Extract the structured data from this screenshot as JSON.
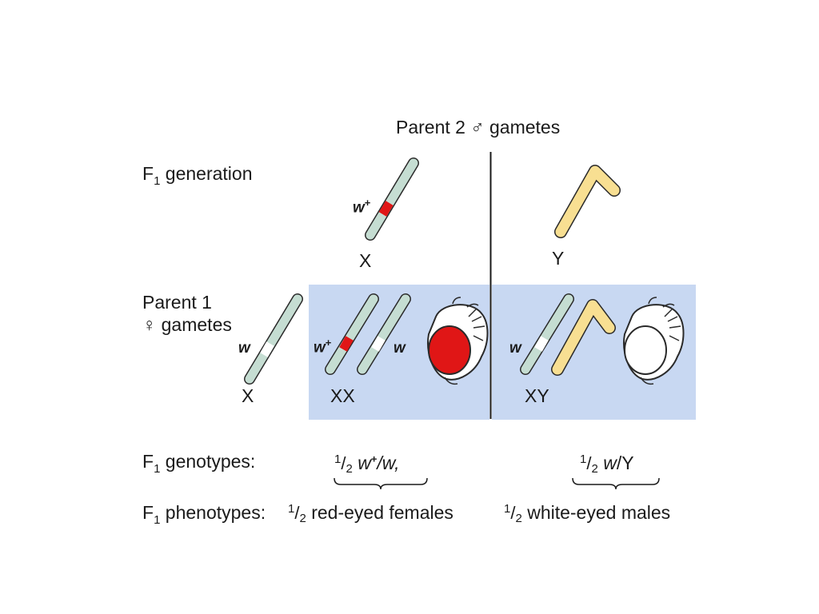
{
  "colors": {
    "chromosome_x": "#c5ddd2",
    "chromosome_y": "#f8df92",
    "allele_red": "#e01616",
    "panel_blue": "#c8d8f2",
    "outline": "#2a2a2a"
  },
  "header": {
    "parent2_text": "Parent 2",
    "male_symbol": "♂",
    "gametes_text": "gametes"
  },
  "rows": {
    "f1_generation": {
      "prefix": "F",
      "sub": "1",
      "rest": "generation"
    },
    "parent1_line1": "Parent 1",
    "female_symbol": "♀",
    "parent1_line2": "gametes",
    "f1_genotypes": {
      "prefix": "F",
      "sub": "1",
      "rest": "genotypes:"
    },
    "f1_phenotypes": {
      "prefix": "F",
      "sub": "1",
      "rest": "phenotypes:"
    }
  },
  "chromosome_labels": {
    "top_x": "X",
    "top_y": "Y",
    "left_x": "X",
    "xx": "XX",
    "xy": "XY"
  },
  "allele_labels": {
    "w_plus_base": "w",
    "plus": "+",
    "w": "w"
  },
  "results": {
    "female": {
      "frac_num": "1",
      "frac_slash": "/",
      "frac_den": "2",
      "genotype_w": "w",
      "genotype_plus": "+",
      "genotype_rest": "/w,",
      "phenotype_rest": "red-eyed females"
    },
    "male": {
      "frac_num": "1",
      "frac_slash": "/",
      "frac_den": "2",
      "genotype_w": "w",
      "genotype_rest": "/Y",
      "phenotype_rest": "white-eyed males"
    }
  }
}
